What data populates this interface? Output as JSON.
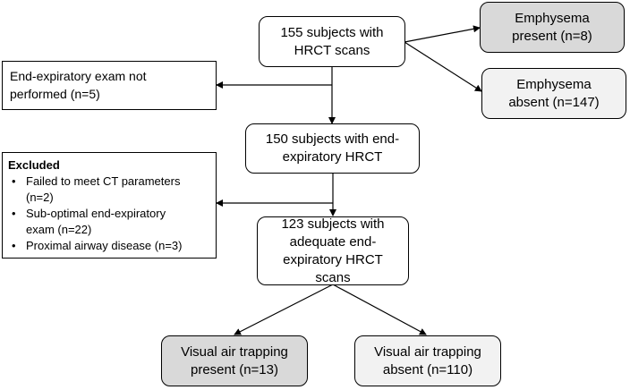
{
  "boxes": {
    "start": {
      "line1": "155 subjects with",
      "line2": "HRCT scans"
    },
    "emph_present": {
      "line1": "Emphysema",
      "line2": "present (n=8)"
    },
    "emph_absent": {
      "line1": "Emphysema",
      "line2": "absent (n=147)"
    },
    "end_exp_not": {
      "line1": "End-expiratory exam not",
      "line2": "performed (n=5)"
    },
    "end_exp": {
      "line1": "150 subjects with end-",
      "line2": "expiratory HRCT"
    },
    "excluded": {
      "title": "Excluded",
      "items": [
        {
          "line1": "Failed to meet CT parameters",
          "line2": "(n=2)"
        },
        {
          "line1": "Sub-optimal end-expiratory",
          "line2": "exam (n=22)"
        },
        {
          "line1": "Proximal airway disease (n=3)",
          "line2": ""
        }
      ]
    },
    "adequate": {
      "line1": "123 subjects with",
      "line2": "adequate end-",
      "line3": "expiratory HRCT scans"
    },
    "vat_present": {
      "line1": "Visual air trapping",
      "line2": "present (n=13)"
    },
    "vat_absent": {
      "line1": "Visual air trapping",
      "line2": "absent (n=110)"
    }
  },
  "colors": {
    "stroke": "#000000",
    "shaded_dark": "#d9d9d9",
    "shaded_light": "#f2f2f2",
    "background": "#ffffff"
  }
}
